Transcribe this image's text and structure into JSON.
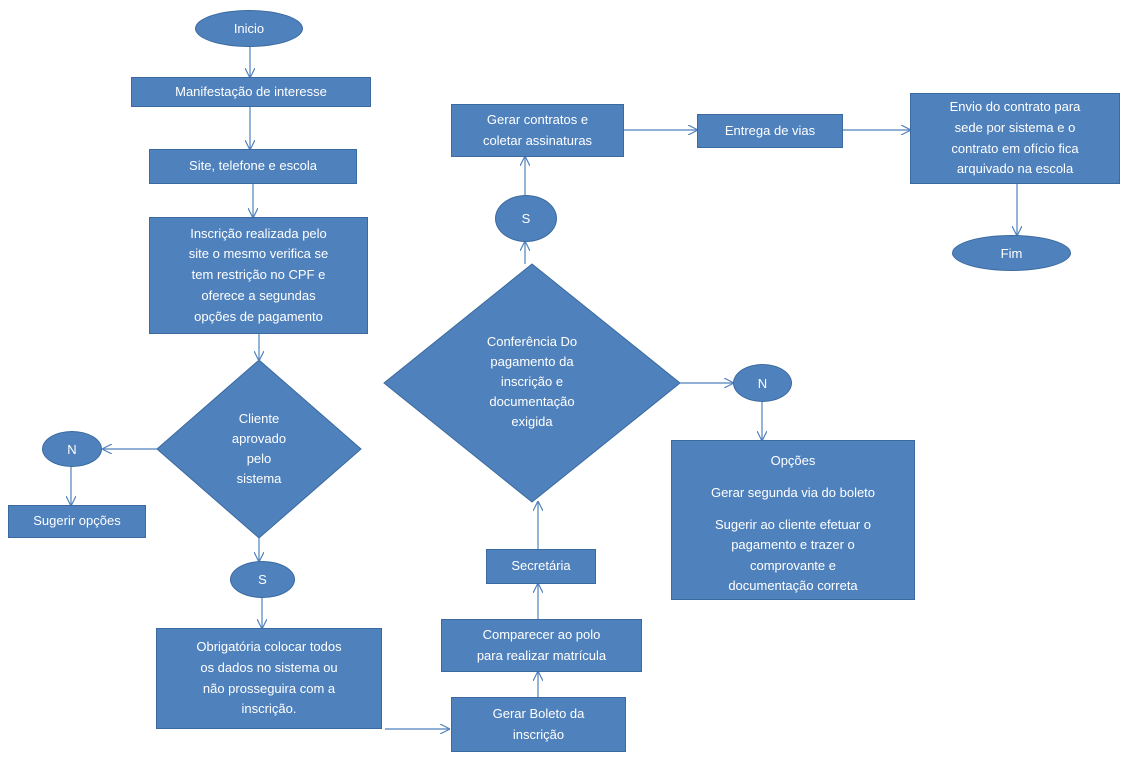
{
  "nodes": {
    "inicio": "Inicio",
    "manifestacao": "Manifestação de interesse",
    "canais": "Site, telefone e escola",
    "inscricao": "Inscrição realizada pelo\nsite o mesmo verifica se\ntem restrição no CPF e\noferece a segundas\nopções de pagamento",
    "aprovado": "Cliente\naprovado\npelo\nsistema",
    "n_left": "N",
    "sugerir": "Sugerir opções",
    "s_left": "S",
    "obrigatoria": "Obrigatória colocar todos\nos dados no sistema ou\nnão prosseguira com a\ninscrição.",
    "boleto": "Gerar Boleto da\ninscrição",
    "comparecer": "Comparecer ao polo\npara realizar matrícula",
    "secretaria": "Secretária",
    "conferencia": "Conferência Do\npagamento da\ninscrição e\ndocumentação\nexigida",
    "s_mid": "S",
    "n_mid": "N",
    "contratos": "Gerar contratos e\ncoletar assinaturas",
    "entrega": "Entrega de vias",
    "envio": "Envio do contrato para\nsede por sistema e o\ncontrato em ofício fica\narquivado na escola",
    "fim": "Fim",
    "opcoes": {
      "title": "Opções",
      "line1": "Gerar segunda via do boleto",
      "line2": "Sugerir ao cliente efetuar o\npagamento e trazer o\ncomprovante e\ndocumentação correta"
    }
  },
  "colors": {
    "fill": "#4f81bd",
    "stroke": "#3a6a9f",
    "arrow": "#4f81bd"
  }
}
